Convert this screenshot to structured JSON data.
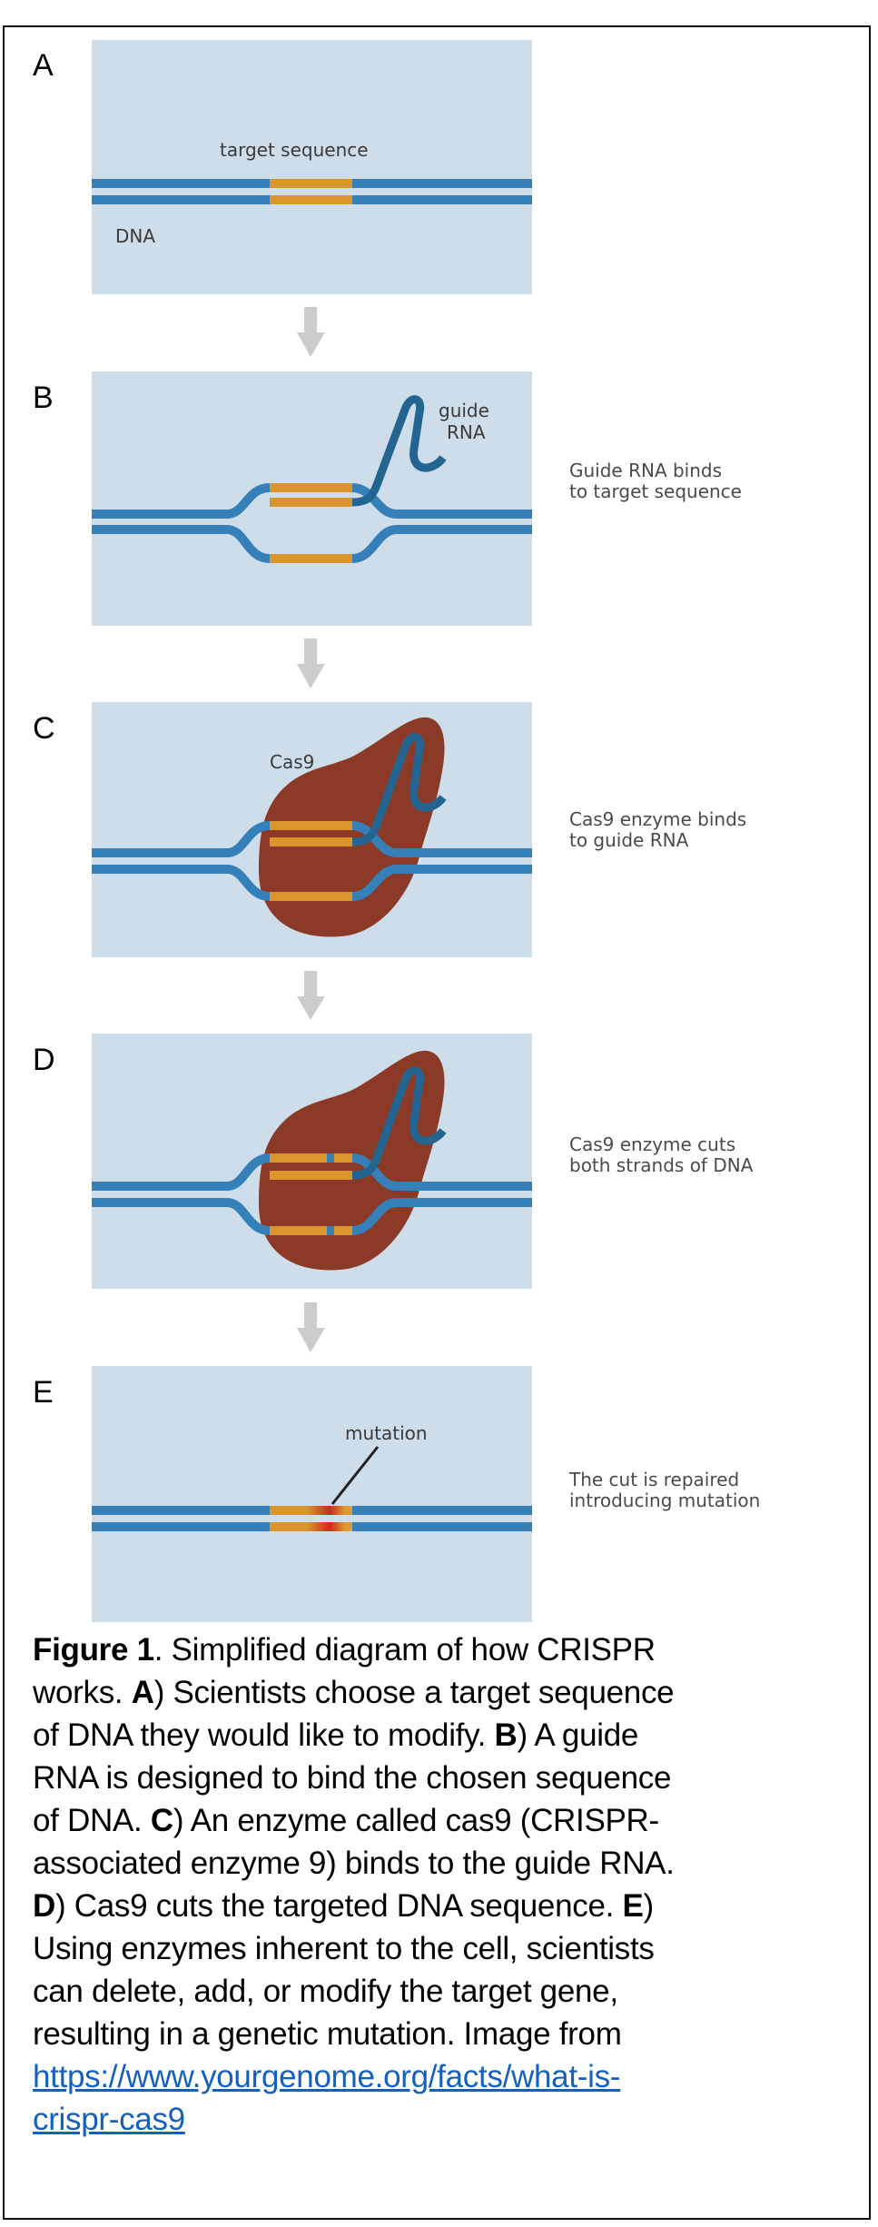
{
  "figure": {
    "colors": {
      "panel_bg": "#cddeea",
      "dna_strand": "#3580b8",
      "target_sequence": "#d9962c",
      "guide_rna": "#236590",
      "cas9": "#8a3a26",
      "mutation": "#cc2a1e",
      "arrow": "#cccccc",
      "link": "#1560bd"
    },
    "panels": [
      {
        "letter": "A",
        "labels": {
          "target": "target sequence",
          "dna": "DNA"
        },
        "step_caption": []
      },
      {
        "letter": "B",
        "labels": {
          "guide_line1": "guide",
          "guide_line2": "RNA"
        },
        "step_caption": [
          "Guide RNA binds",
          "to target sequence"
        ]
      },
      {
        "letter": "C",
        "labels": {
          "cas9": "Cas9"
        },
        "step_caption": [
          "Cas9 enzyme binds",
          "to guide RNA"
        ]
      },
      {
        "letter": "D",
        "labels": {},
        "step_caption": [
          "Cas9 enzyme cuts",
          "both strands of DNA"
        ]
      },
      {
        "letter": "E",
        "labels": {
          "mutation": "mutation"
        },
        "step_caption": [
          "The cut is repaired",
          "introducing mutation"
        ]
      }
    ]
  },
  "caption": {
    "lines": [
      [
        {
          "t": "Figure 1",
          "b": true
        },
        {
          "t": ". Simplified diagram of how CRISPR"
        }
      ],
      [
        {
          "t": "works. "
        },
        {
          "t": "A",
          "b": true
        },
        {
          "t": ") Scientists choose a target sequence"
        }
      ],
      [
        {
          "t": "of DNA they would like to modify. "
        },
        {
          "t": "B",
          "b": true
        },
        {
          "t": ") A guide"
        }
      ],
      [
        {
          "t": "RNA is designed to bind the chosen sequence"
        }
      ],
      [
        {
          "t": "of DNA. "
        },
        {
          "t": "C",
          "b": true
        },
        {
          "t": ") An enzyme called cas9 (CRISPR-"
        }
      ],
      [
        {
          "t": "associated enzyme 9) binds to the guide RNA."
        }
      ],
      [
        {
          "t": "D",
          "b": true
        },
        {
          "t": ") Cas9 cuts the targeted DNA sequence. "
        },
        {
          "t": "E",
          "b": true
        },
        {
          "t": ")"
        }
      ],
      [
        {
          "t": "Using enzymes inherent to the cell, scientists"
        }
      ],
      [
        {
          "t": "can delete, add, or modify the target gene,"
        }
      ],
      [
        {
          "t": "resulting in a genetic mutation. Image from"
        }
      ],
      [
        {
          "t": "https://www.yourgenome.org/facts/what-is-",
          "link": true
        }
      ],
      [
        {
          "t": "crispr-cas9",
          "link": true
        }
      ]
    ],
    "link_text": "https://www.yourgenome.org/facts/what-is-crispr-cas9"
  }
}
